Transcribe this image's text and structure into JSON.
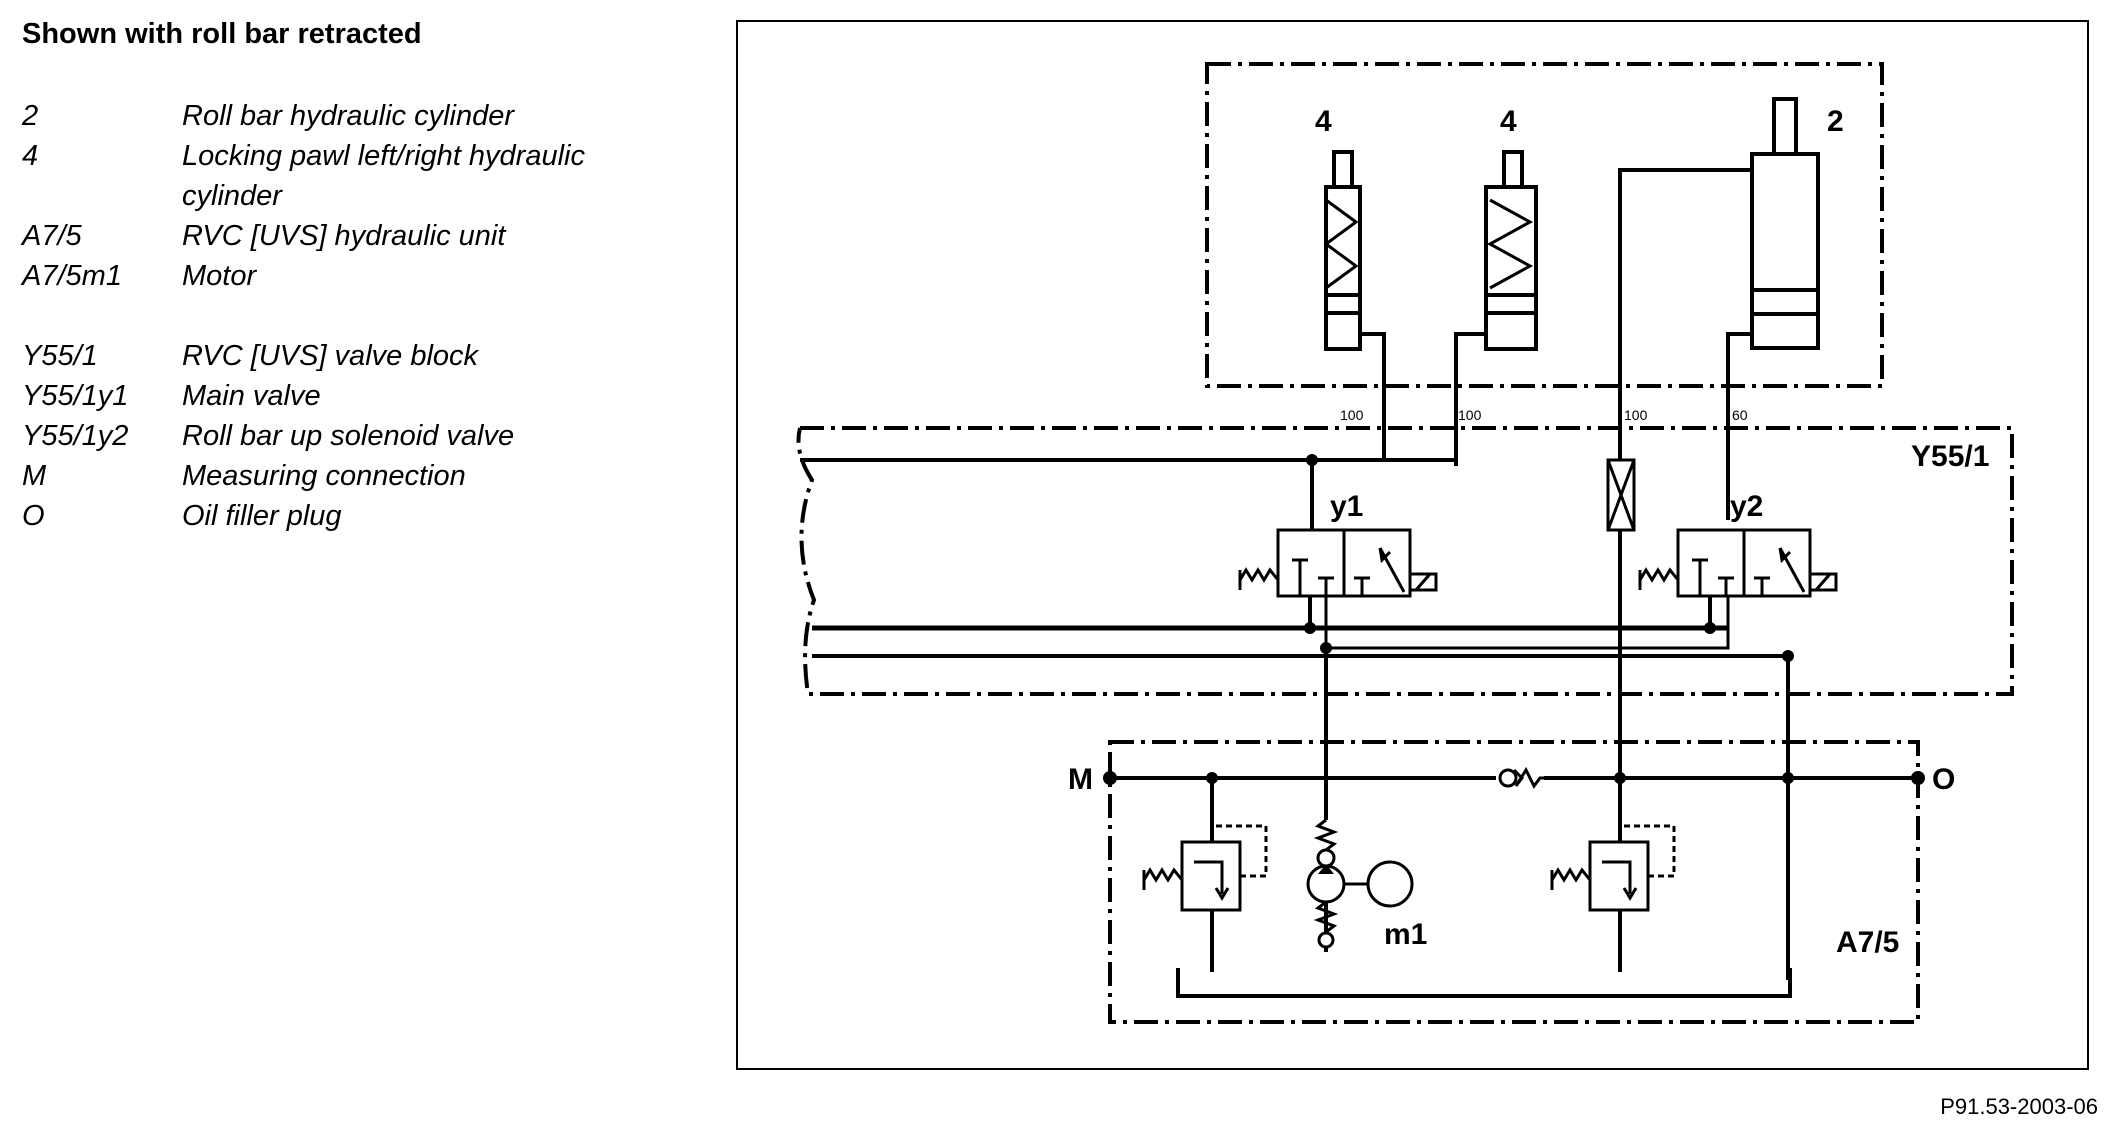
{
  "legend": {
    "title": "Shown with roll bar retracted",
    "items": [
      {
        "code": "2",
        "desc": "Roll bar hydraulic cylinder"
      },
      {
        "code": "4",
        "desc": "Locking pawl left/right hydraulic cylinder"
      },
      {
        "code": "A7/5",
        "desc": "RVC [UVS] hydraulic unit"
      },
      {
        "code": "A7/5m1",
        "desc": "Motor"
      },
      {
        "code": "Y55/1",
        "desc": "RVC [UVS] valve block"
      },
      {
        "code": "Y55/1y1",
        "desc": "Main valve"
      },
      {
        "code": "Y55/1y2",
        "desc": "Roll bar up solenoid valve"
      },
      {
        "code": "M",
        "desc": "Measuring connection"
      },
      {
        "code": "O",
        "desc": "Oil filler plug"
      }
    ]
  },
  "diagram": {
    "labels": {
      "pawl_left": "4",
      "pawl_right": "4",
      "roll_bar_cylinder": "2",
      "valve_block": "Y55/1",
      "valve_y1": "y1",
      "valve_y2": "y2",
      "measuring": "M",
      "oil_filler": "O",
      "motor": "m1",
      "hydraulic_unit": "A7/5",
      "port_1": "100",
      "port_2": "100",
      "port_3": "100",
      "port_4": "60",
      "valve_port_t": "T"
    }
  },
  "figure_id": "P91.53-2003-06"
}
